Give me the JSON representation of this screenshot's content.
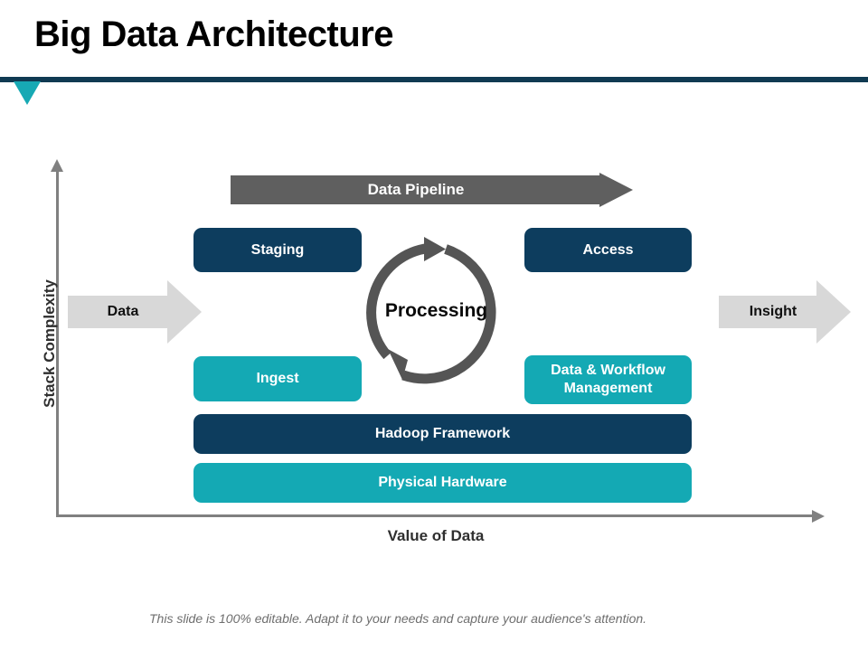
{
  "slide": {
    "title": "Big Data Architecture",
    "footer_note": "This slide is 100% editable. Adapt it to your needs and capture your audience's attention."
  },
  "axes": {
    "y_label": "Stack Complexity",
    "x_label": "Value of Data"
  },
  "flow": {
    "input_label": "Data",
    "output_label": "Insight",
    "pipeline_label": "Data Pipeline"
  },
  "cycle": {
    "label": "Processing"
  },
  "blocks": {
    "staging": "Staging",
    "access": "Access",
    "ingest": "Ingest",
    "data_workflow_management": "Data & Workflow Management",
    "data_workflow_management_line1": "Data & Workflow",
    "data_workflow_management_line2": "Management",
    "hadoop": "Hadoop Framework",
    "hardware": "Physical Hardware"
  },
  "colors": {
    "navy": "#0d3d5e",
    "teal": "#14a9b4",
    "pipeline_gray": "#5f5f5f",
    "side_arrow_gray": "#d8d8d8",
    "axis_gray": "#808080",
    "rule_navy": "#103a52",
    "marker_teal": "#17a9b4",
    "footer_gray": "#6e6e6e"
  }
}
